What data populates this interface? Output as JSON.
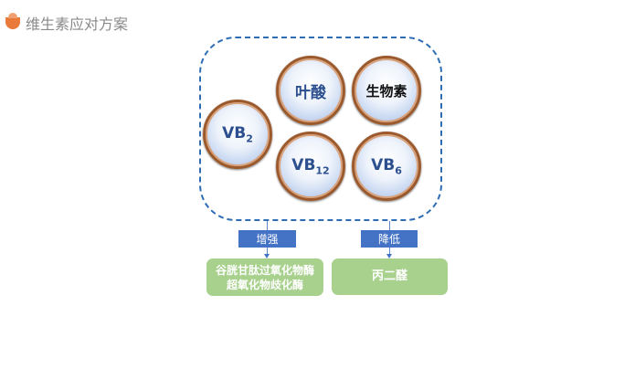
{
  "header": {
    "title": "维生素应对方案"
  },
  "diagram": {
    "nutrients": [
      {
        "label": "叶酸"
      },
      {
        "label": "生物素"
      },
      {
        "label": "VB",
        "sub": "2"
      },
      {
        "label": "VB",
        "sub": "12"
      },
      {
        "label": "VB",
        "sub": "6"
      }
    ],
    "increase": {
      "label": "增强",
      "targets": [
        "谷胱甘肽过氧化物酶",
        "超氧化物歧化酶"
      ]
    },
    "decrease": {
      "label": "降低",
      "targets": [
        "丙二醛"
      ]
    }
  },
  "colors": {
    "box_border": "#2e6db4",
    "tag": "#4472c4",
    "result": "#a9d18e"
  }
}
